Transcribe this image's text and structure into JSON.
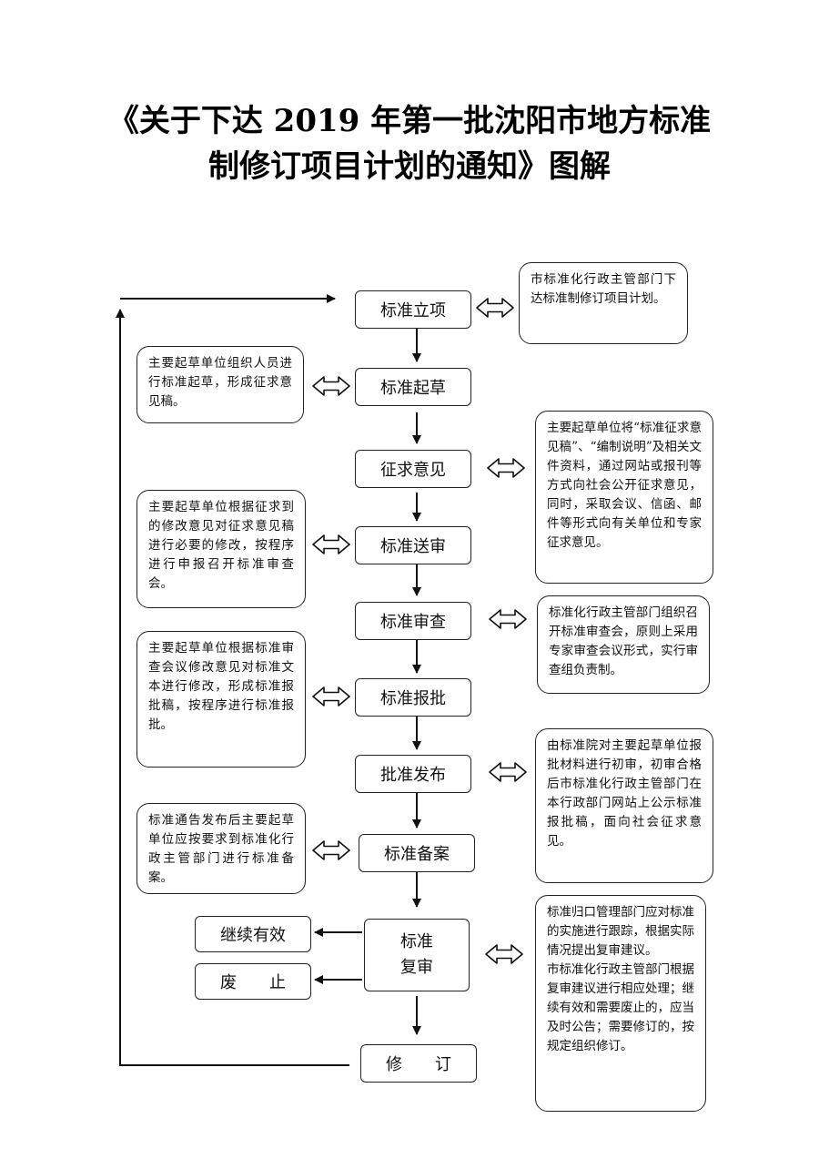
{
  "title": {
    "line1": "《关于下达 2019 年第一批沈阳市地方标准",
    "line2": "制修订项目计划的通知》图解"
  },
  "stages": {
    "lixiang": "标准立项",
    "qicao": "标准起草",
    "zhengqiu": "征求意见",
    "songshen": "标准送审",
    "shencha": "标准审查",
    "baopi": "标准报批",
    "fabu": "批准发布",
    "beian": "标准备案",
    "fushen_line1": "标准",
    "fushen_line2": "复审",
    "xiuding": "修　　订"
  },
  "outcomes": {
    "jixu": "继续有效",
    "feizhi": "废　　止"
  },
  "notes": {
    "lixiang": "市标准化行政主管部门下达标准制修订项目计划。",
    "qicao": "主要起草单位组织人员进行标准起草，形成征求意见稿。",
    "zhengqiu": "主要起草单位将“标准征求意见稿”、“编制说明”及相关文件资料，通过网站或报刊等方式向社会公开征求意见，同时，采取会议、信函、邮件等形式向有关单位和专家征求意见。",
    "songshen": "主要起草单位根据征求到的修改意见对征求意见稿进行必要的修改，按程序进行申报召开标准审查会。",
    "shencha": "标准化行政主管部门组织召开标准审查会，原则上采用专家审查会议形式，实行审查组负责制。",
    "baopi": "主要起草单位根据标准审查会议修改意见对标准文本进行修改，形成标准报批稿，按程序进行标准报批。",
    "fabu": "由标准院对主要起草单位报批材料进行初审，初审合格后市标准化行政主管部门在本行政部门网站上公示标准报批稿，面向社会征求意见。",
    "beian": "标准通告发布后主要起草单位应按要求到标准化行政主管部门进行标准备案。",
    "fushen": "标准归口管理部门应对标准的实施进行跟踪，根据实际情况提出复审建议。\n市标准化行政主管部门根据复审建议进行相应处理；继续有效和需要废止的，应当及时公告；需要修订的，按规定组织修订。"
  }
}
